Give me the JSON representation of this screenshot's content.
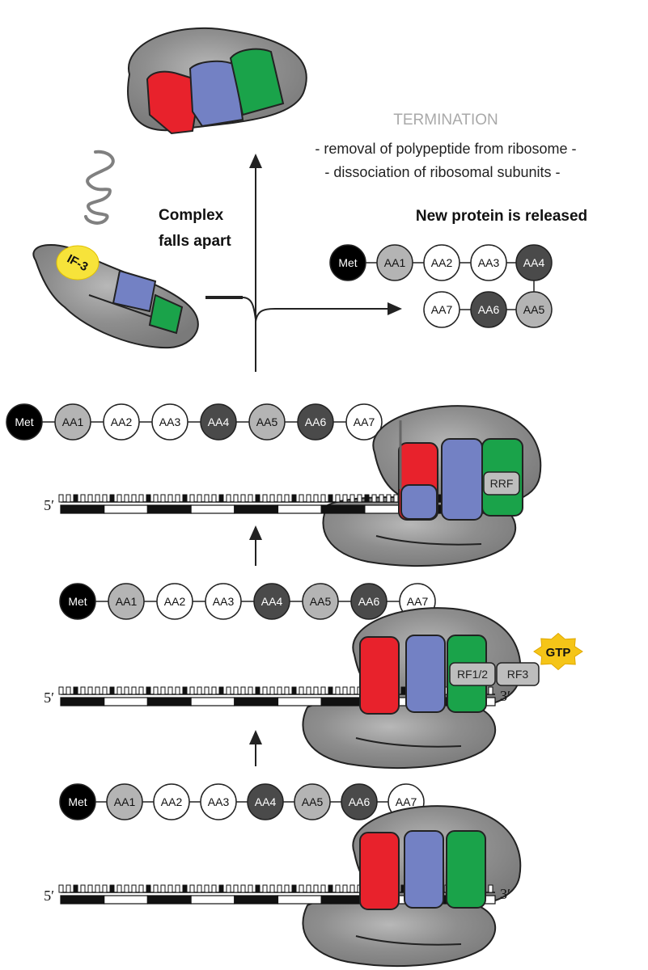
{
  "termination": {
    "title": "TERMINATION",
    "line1": "- removal of polypeptide from ribosome -",
    "line2": "- dissociation of ribosomal subunits -"
  },
  "complex_label": {
    "line1": "Complex",
    "line2": "falls apart"
  },
  "released_label": "New protein is released",
  "if3_label": "IF-3",
  "mrna_ends": {
    "five_prime": "5′",
    "three_prime": "3′"
  },
  "chain": [
    "Met",
    "AA1",
    "AA2",
    "AA3",
    "AA4",
    "AA5",
    "AA6",
    "AA7"
  ],
  "factors": {
    "rrf": "RRF",
    "rf12": "RF1/2",
    "rf3": "RF3",
    "gtp": "GTP"
  },
  "colors": {
    "ribosome": "#8e8e8e",
    "site_a": "#1aa34a",
    "site_p": "#7381c4",
    "site_e": "#e8222c",
    "gtp": "#f5c518",
    "if3": "#f7e33a",
    "bead_black": "#000000",
    "bead_dark": "#4a4a4a",
    "bead_light": "#b4b4b4",
    "bead_white": "#ffffff"
  }
}
